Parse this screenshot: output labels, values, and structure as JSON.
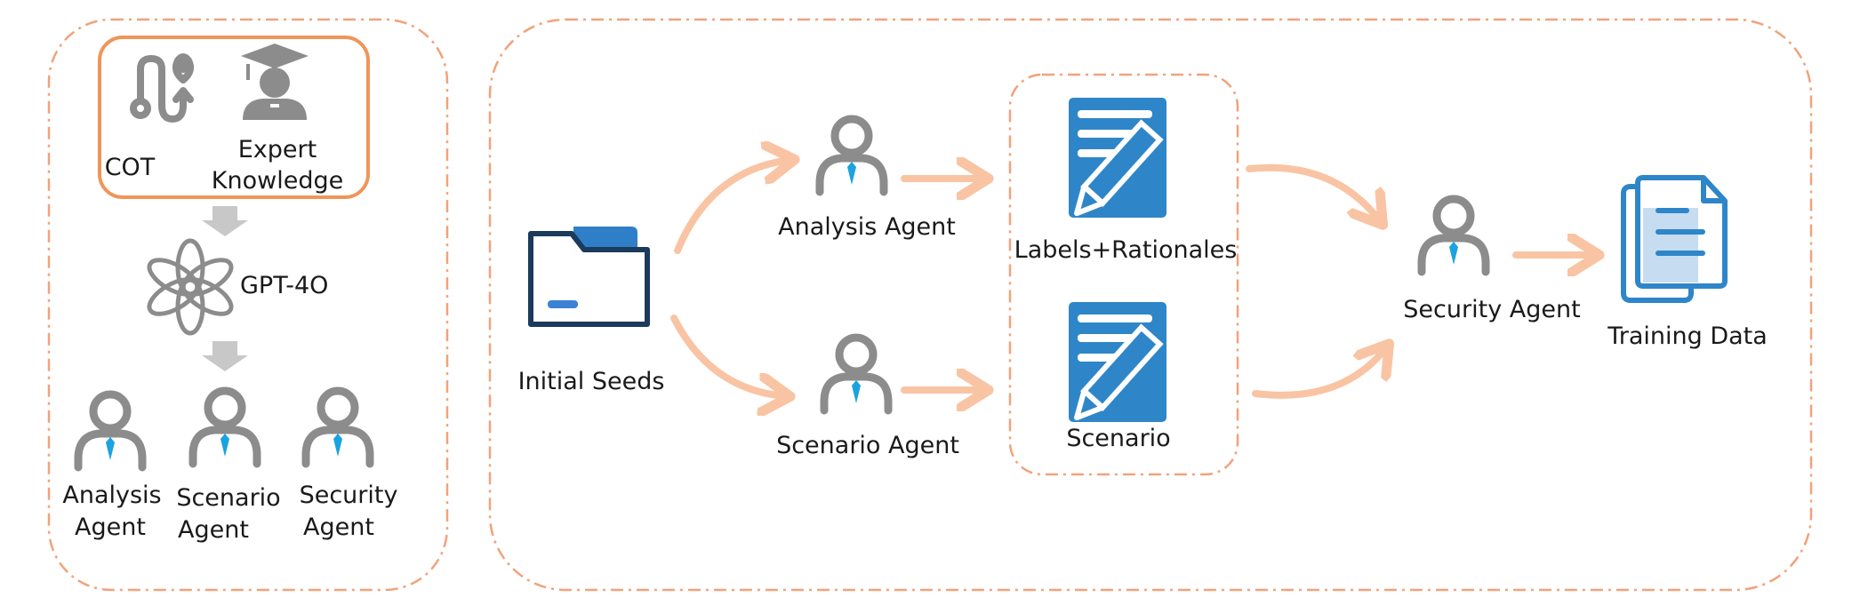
{
  "left_panel": {
    "cot_label": "COT",
    "expert_label_line1": "Expert",
    "expert_label_line2": "Knowledge",
    "model_label": "GPT-4O",
    "agents": [
      {
        "line1": "Analysis",
        "line2": "Agent"
      },
      {
        "line1": "Scenario",
        "line2": "Agent"
      },
      {
        "line1": "Security",
        "line2": "Agent"
      }
    ]
  },
  "pipeline": {
    "initial_seeds_label": "Initial Seeds",
    "analysis_agent_label": "Analysis Agent",
    "scenario_agent_label": "Scenario Agent",
    "labels_doc_label": "Labels+Rationales",
    "scenario_doc_label": "Scenario",
    "security_agent_label": "Security Agent",
    "training_data_label": "Training Data"
  },
  "colors": {
    "dashed_border": "#f2a27a",
    "highlight_box": "#f0955a",
    "arrow": "#f9c4a3",
    "gray_arrow": "#c8c8c8",
    "agent_gray": "#8c8c8c",
    "agent_tie": "#1aa3e0",
    "doc_blue": "#2e86c9",
    "folder_navy": "#1b3a5c",
    "folder_blue": "#2f7fc8"
  }
}
